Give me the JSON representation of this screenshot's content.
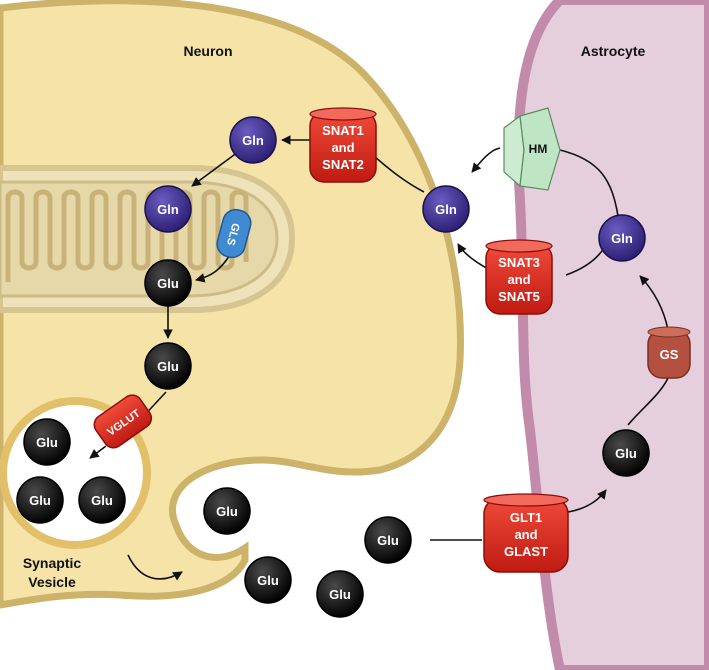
{
  "regions": {
    "neuron": "Neuron",
    "astrocyte": "Astrocyte",
    "vesicle_line1": "Synaptic",
    "vesicle_line2": "Vesicle"
  },
  "molecules": {
    "gln": "Gln",
    "glu": "Glu"
  },
  "transporters": {
    "snat12": [
      "SNAT1",
      "and",
      "SNAT2"
    ],
    "snat35": [
      "SNAT3",
      "and",
      "SNAT5"
    ],
    "glt1": [
      "GLT1",
      "and",
      "GLAST"
    ],
    "vglut": "VGLUT",
    "hm": "HM"
  },
  "enzymes": {
    "gls": "GLS",
    "gs": "GS"
  },
  "colors": {
    "neuron_fill": "#f6e3a8",
    "neuron_edge": "#cdb26a",
    "astrocyte_fill": "#e6cfdd",
    "astrocyte_edge": "#c28bab",
    "gln_fill": "#3d2e8f",
    "glu_fill": "#0d0d0d",
    "transporter_red": "#e0281f",
    "gls_blue": "#3f8ad1",
    "gs_brown": "#b4503f",
    "hm_green": "#bfe6c4"
  }
}
